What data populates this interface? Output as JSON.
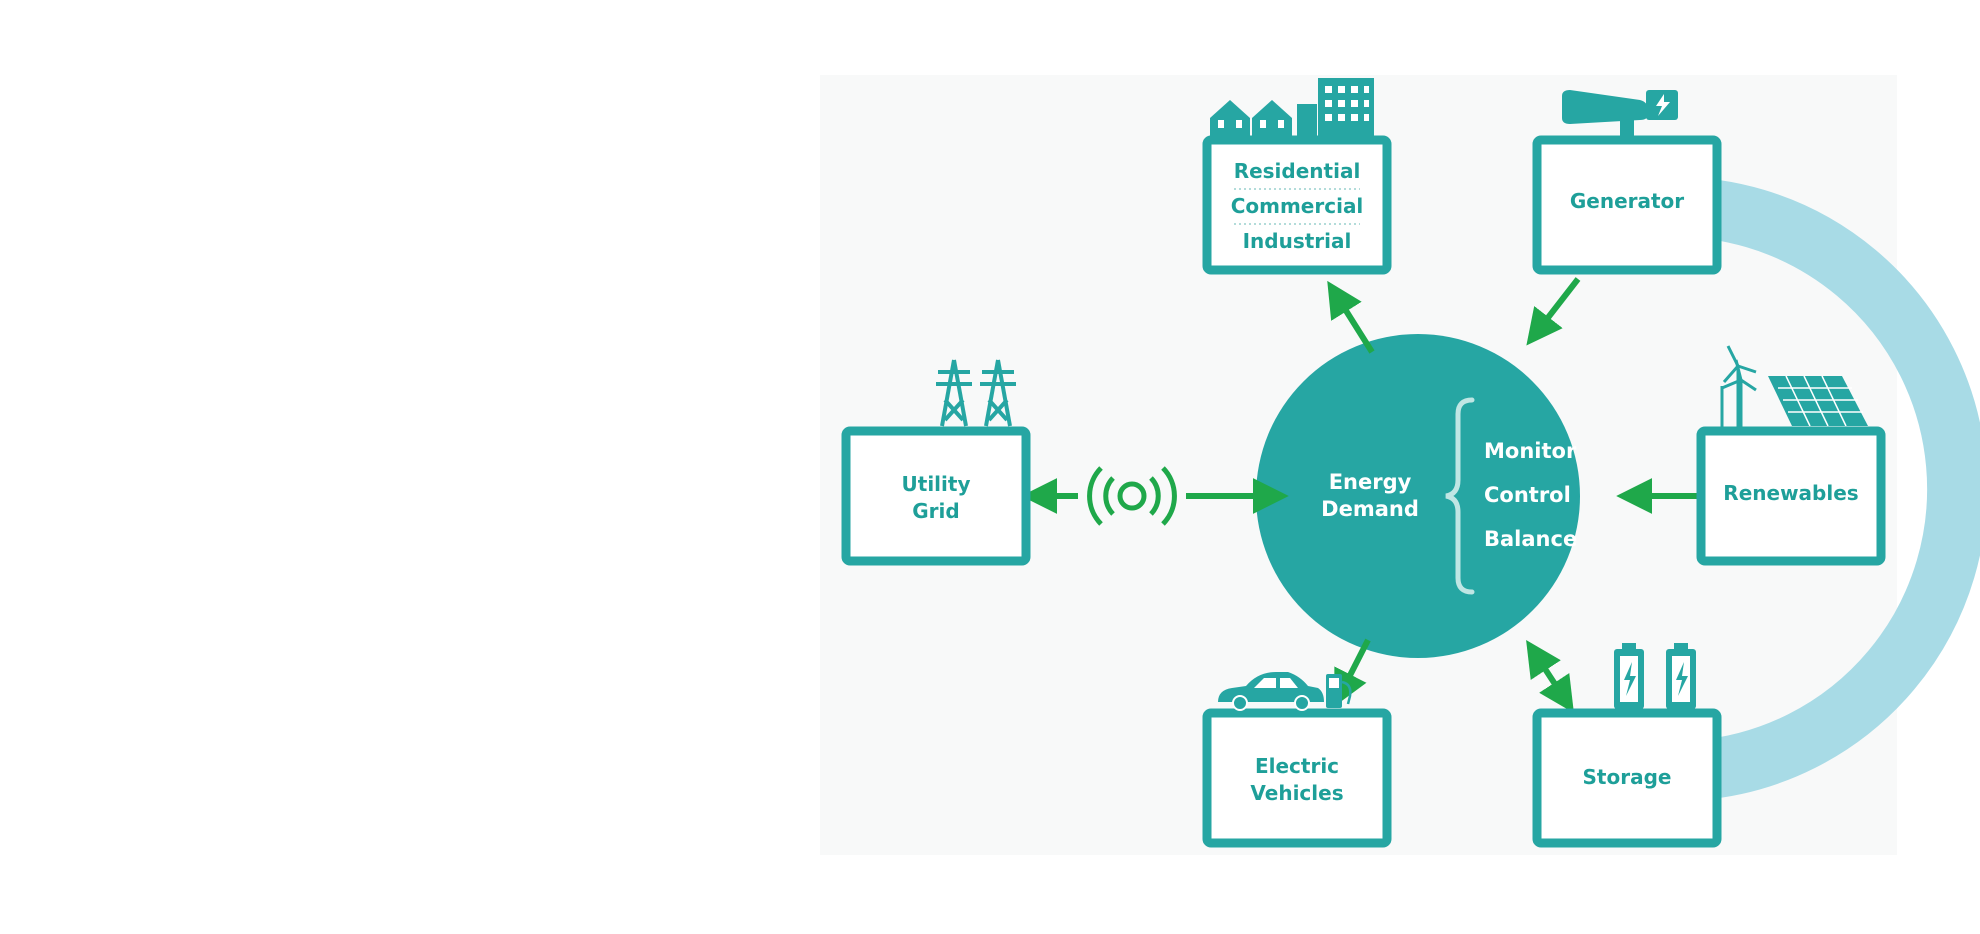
{
  "colors": {
    "teal": "#26a6a3",
    "teal_text": "#1e9f99",
    "arrow_green": "#1fa84a",
    "arc_blue": "#a8dbe6",
    "box_fill": "#ffffff"
  },
  "center": {
    "label_lines": [
      "Energy",
      "Demand"
    ],
    "functions": [
      "Monitor",
      "Control",
      "Balance"
    ]
  },
  "nodes": {
    "utility_grid": {
      "lines": [
        "Utility",
        "Grid"
      ],
      "icon": "power-pylon-icon"
    },
    "buildings": {
      "lines": [
        "Residential",
        "Commercial",
        "Industrial"
      ],
      "icon": "buildings-icon"
    },
    "generator": {
      "lines": [
        "Generator"
      ],
      "icon": "generator-icon"
    },
    "renewables": {
      "lines": [
        "Renewables"
      ],
      "icon": "wind-solar-icon"
    },
    "storage": {
      "lines": [
        "Storage"
      ],
      "icon": "battery-icon"
    },
    "electric_vehicles": {
      "lines": [
        "Electric",
        "Vehicles"
      ],
      "icon": "ev-charging-icon"
    }
  },
  "connections": [
    {
      "from": "center",
      "to": "buildings",
      "direction": "outgoing"
    },
    {
      "from": "generator",
      "to": "center",
      "direction": "incoming"
    },
    {
      "from": "renewables",
      "to": "center",
      "direction": "incoming"
    },
    {
      "from": "center",
      "to": "storage",
      "direction": "bidirectional"
    },
    {
      "from": "center",
      "to": "electric_vehicles",
      "direction": "outgoing"
    },
    {
      "from": "center",
      "to": "utility_grid",
      "direction": "bidirectional",
      "icon": "wireless-signal-icon"
    }
  ]
}
